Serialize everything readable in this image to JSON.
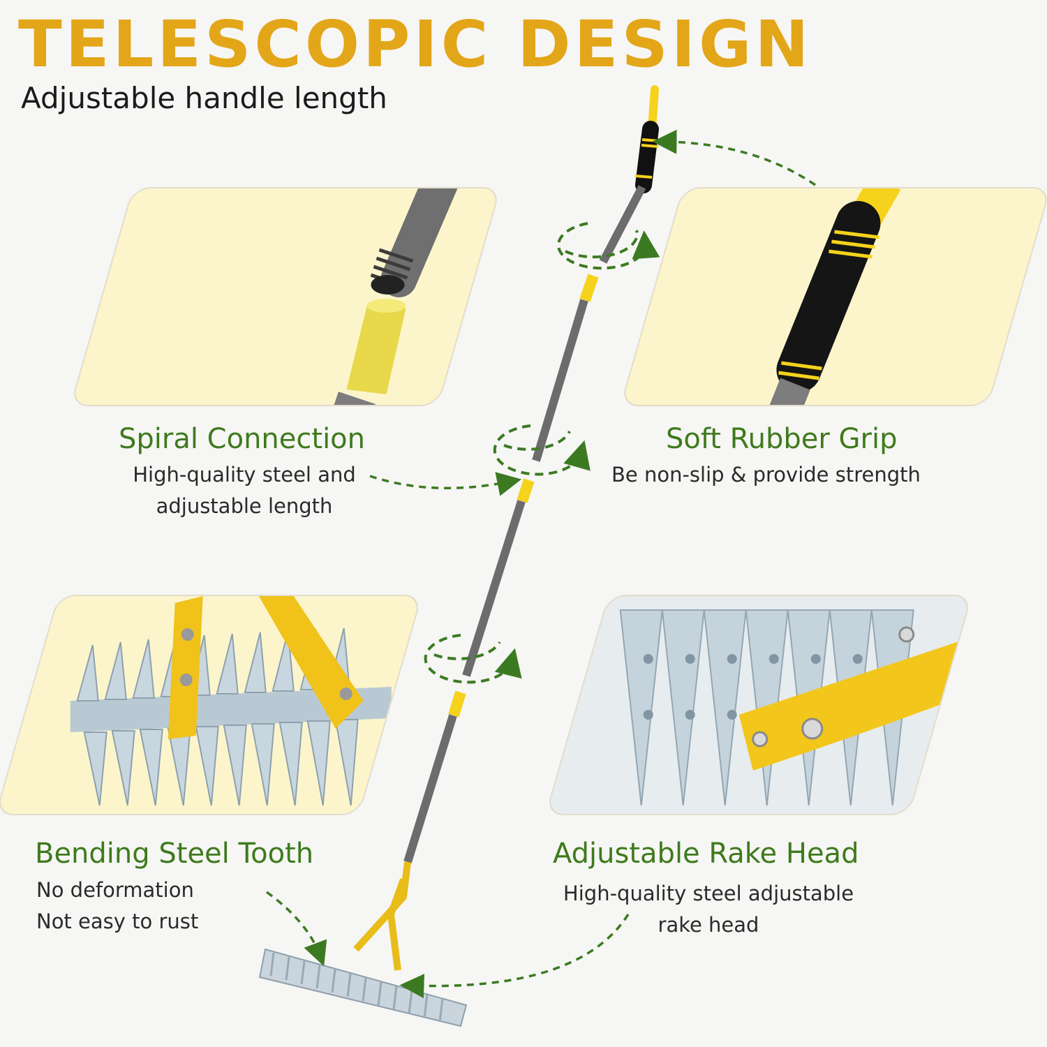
{
  "header": {
    "title": "TELESCOPIC DESIGN",
    "subtitle": "Adjustable handle length"
  },
  "features": {
    "spiral": {
      "heading": "Spiral Connection",
      "desc_line1": "High-quality steel and",
      "desc_line2": "adjustable length"
    },
    "grip": {
      "heading": "Soft Rubber Grip",
      "desc_line1": "Be non-slip & provide strength"
    },
    "tooth": {
      "heading": "Bending Steel Tooth",
      "desc_line1": "No deformation",
      "desc_line2": "Not easy to rust"
    },
    "head": {
      "heading": "Adjustable Rake Head",
      "desc_line1": "High-quality steel adjustable",
      "desc_line2": "rake head"
    }
  },
  "colors": {
    "title": "#e3a619",
    "heading": "#3e7a1c",
    "arrow": "#3c7a22",
    "panel": "#fcf5cc",
    "yellow": "#f5d21c",
    "steel": "#7a7a7a"
  }
}
